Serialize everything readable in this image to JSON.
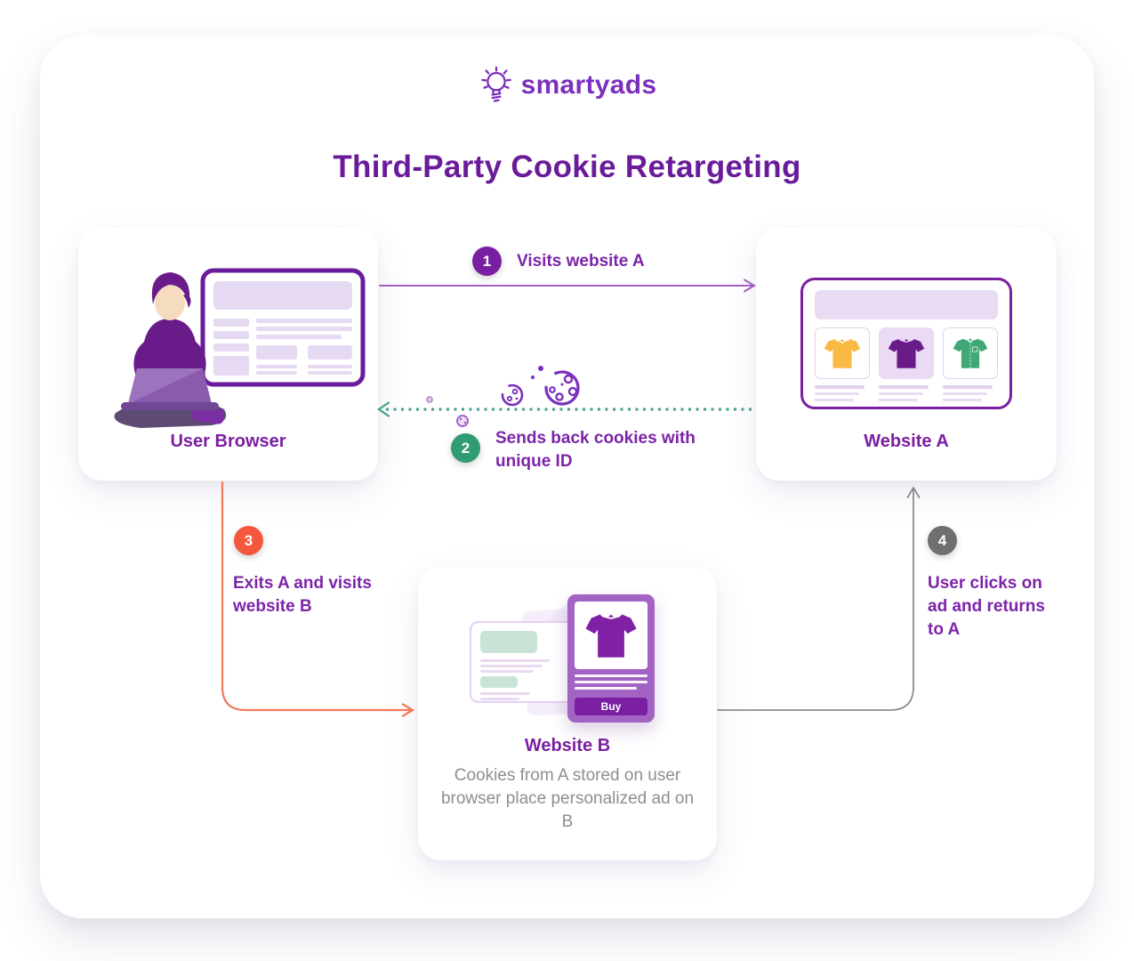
{
  "logo": {
    "brand": "smartyads"
  },
  "title": "Third-Party Cookie Retargeting",
  "nodes": {
    "user_browser": {
      "label": "User Browser"
    },
    "website_a": {
      "label": "Website A"
    },
    "website_b": {
      "label": "Website B",
      "description": "Cookies from A stored on user browser place personalized ad on B",
      "ad_button": "Buy"
    }
  },
  "steps": [
    {
      "number": "1",
      "label": "Visits website A",
      "badge_color": "#7B1FA2"
    },
    {
      "number": "2",
      "label": "Sends back cookies with unique ID",
      "badge_color": "#2F9C72"
    },
    {
      "number": "3",
      "label": "Exits A and visits website B",
      "badge_color": "#F4583C"
    },
    {
      "number": "4",
      "label": "User clicks on ad and returns to A",
      "badge_color": "#6F6F6F"
    }
  ],
  "colors": {
    "title_text": "#6A1B9A",
    "step_label_text": "#7C24A8",
    "arrow_visit": "#A35FC2",
    "arrow_cookies_dotted": "#3DA289",
    "arrow_exit": "#F2795B",
    "arrow_return": "#8C8C8C",
    "description_text": "#8E8E93",
    "shirt_yellow": "#F9B942",
    "shirt_purple": "#6A1B8A",
    "shirt_green": "#3FA876"
  }
}
